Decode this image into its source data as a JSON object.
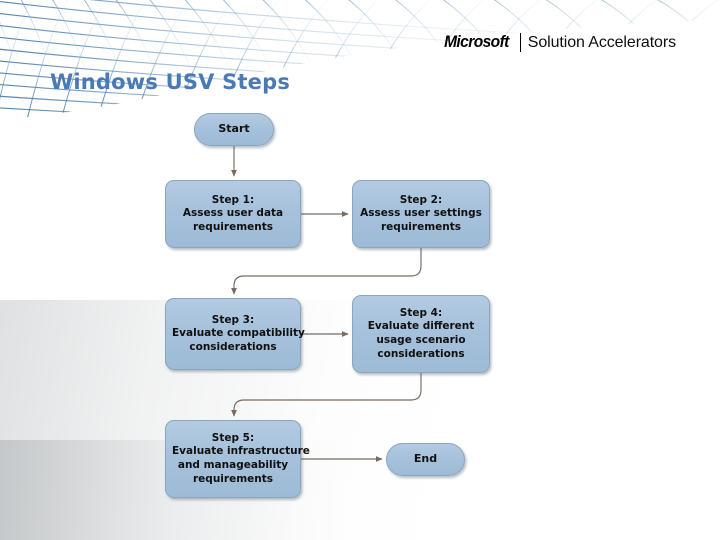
{
  "slide": {
    "title": "Windows USV Steps",
    "background_color": "#ffffff",
    "title_color": "#4a7ab5"
  },
  "header": {
    "brand": "Microsoft",
    "product": "Solution Accelerators",
    "divider": "|"
  },
  "flowchart": {
    "node_fill": "#a6c1db",
    "node_border": "#8aa6bf",
    "connector_color": "#7a6a60",
    "nodes": [
      {
        "id": "start",
        "shape": "pill",
        "lines": [
          "Start"
        ]
      },
      {
        "id": "step1",
        "shape": "box",
        "lines": [
          "Step 1:",
          "Assess user data",
          "requirements"
        ]
      },
      {
        "id": "step2",
        "shape": "box",
        "lines": [
          "Step 2:",
          "Assess user settings",
          "requirements"
        ]
      },
      {
        "id": "step3",
        "shape": "box",
        "lines": [
          "Step 3:",
          "Evaluate compatibility",
          "considerations"
        ]
      },
      {
        "id": "step4",
        "shape": "box",
        "lines": [
          "Step 4:",
          "Evaluate different",
          "usage scenario",
          "considerations"
        ]
      },
      {
        "id": "step5",
        "shape": "box",
        "lines": [
          "Step 5:",
          "Evaluate infrastructure",
          "and manageability",
          "requirements"
        ]
      },
      {
        "id": "end",
        "shape": "pill",
        "lines": [
          "End"
        ]
      }
    ],
    "connectors": [
      {
        "from": "start",
        "to": "step1",
        "type": "straight-down"
      },
      {
        "from": "step1",
        "to": "step2",
        "type": "straight-right"
      },
      {
        "from": "step2",
        "to": "step3",
        "type": "elbow-down-left"
      },
      {
        "from": "step3",
        "to": "step4",
        "type": "straight-right"
      },
      {
        "from": "step4",
        "to": "step5",
        "type": "elbow-down-left"
      },
      {
        "from": "step5",
        "to": "end",
        "type": "straight-right"
      }
    ]
  },
  "decor": {
    "mesh_graphic": "blue-wireframe-mesh-swoosh",
    "mesh_color": "#6f9dc4"
  }
}
